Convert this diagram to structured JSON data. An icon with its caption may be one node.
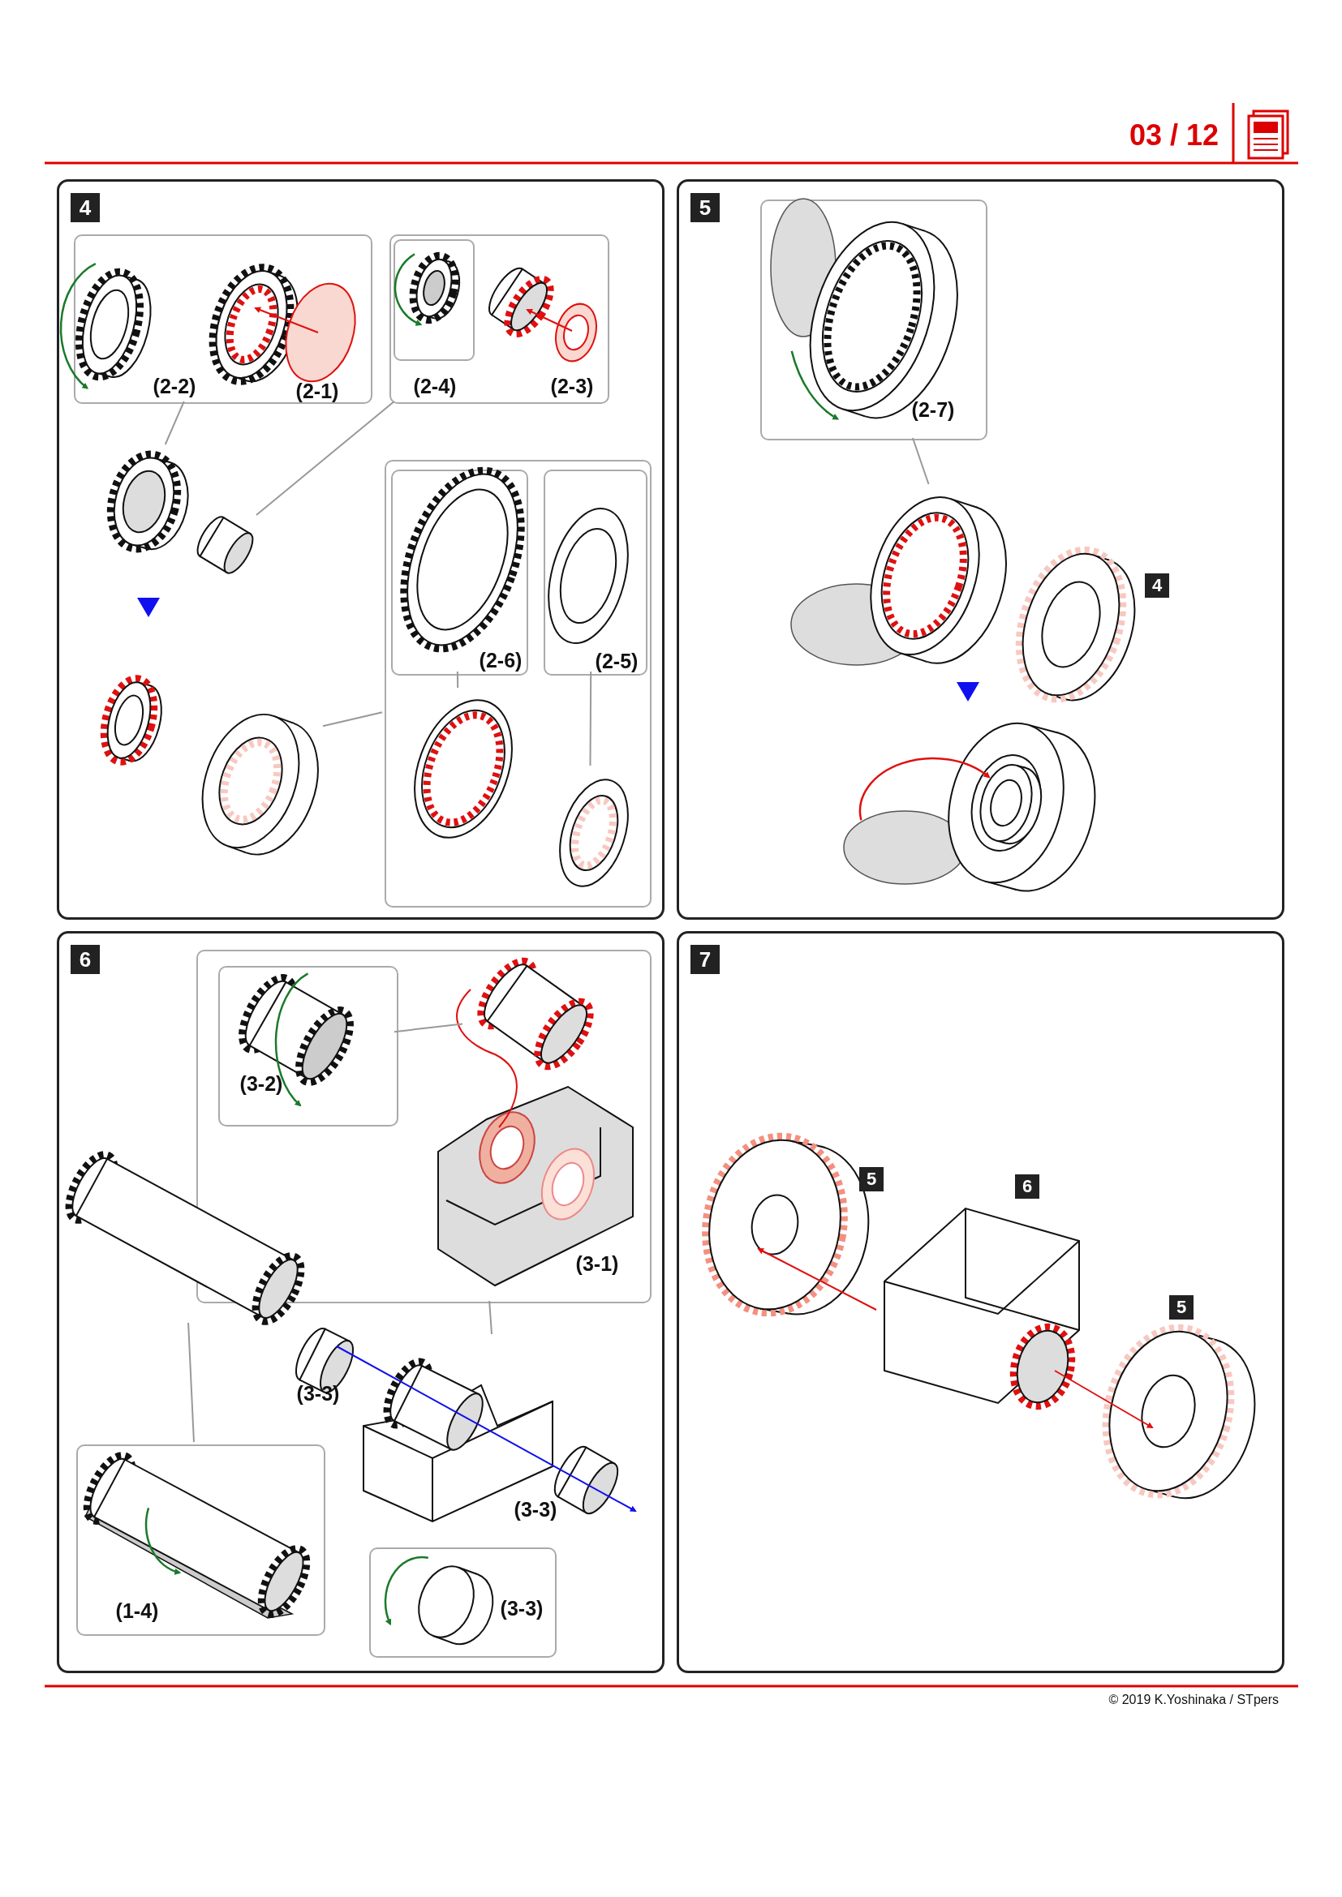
{
  "diagram": {
    "nodes": [
      {
        "text": [
          "4"
        ]
      },
      {
        "text": [
          "(2-2)",
          "(2-1)"
        ],
        "in": 0
      },
      {
        "text": [
          "(2-4)",
          "(2-3)"
        ],
        "in": 0
      },
      {
        "text": [],
        "shape": "picture",
        "in": 0
      },
      {
        "text": [],
        "shape": "picture",
        "in": 0
      },
      {
        "text": [],
        "shape": "box",
        "in": 0
      },
      {
        "text": [
          "(2-6)"
        ],
        "in": 5
      },
      {
        "text": [
          "(2-5)"
        ],
        "in": 5
      },
      {
        "text": [],
        "shape": "picture",
        "in": 0
      },
      {
        "text": [],
        "shape": "picture",
        "in": 5
      },
      {
        "text": [],
        "shape": "picture",
        "in": 5
      },
      {
        "text": [
          "5"
        ]
      },
      {
        "text": [
          "(2-7)"
        ],
        "in": 11
      },
      {
        "text": [],
        "shape": "picture",
        "in": 11
      },
      {
        "text": [
          "6"
        ]
      },
      {
        "text": [
          "(3-1)"
        ],
        "in": 14
      },
      {
        "text": [
          "(3-2)"
        ],
        "in": 15
      },
      {
        "text": [],
        "shape": "picture",
        "in": 15
      },
      {
        "text": [
          "(1-4)"
        ],
        "in": 14
      },
      {
        "text": [
          "(3-3)"
        ],
        "in": 14
      },
      {
        "text": [],
        "shape": "picture",
        "in": 14
      },
      {
        "text": [],
        "shape": "picture",
        "in": 14
      },
      {
        "text": [
          "7"
        ]
      }
    ],
    "edges": [
      {
        "from": 1,
        "to": 3,
        "arrow": "none"
      },
      {
        "from": 2,
        "to": 4,
        "arrow": "none"
      },
      {
        "from": 5,
        "to": 8,
        "arrow": "none"
      },
      {
        "from": 6,
        "to": 9,
        "arrow": "none"
      },
      {
        "from": 7,
        "to": 10,
        "arrow": "none"
      },
      {
        "from": 12,
        "to": 13,
        "arrow": "none"
      },
      {
        "from": 15,
        "to": 21,
        "arrow": "none"
      },
      {
        "from": 16,
        "to": 17,
        "arrow": "none"
      },
      {
        "from": 18,
        "to": 20,
        "arrow": "none"
      }
    ],
    "labels": [
      "03 / 12",
      "4",
      "(3-3)",
      "(3-3)",
      "5",
      "6",
      "5",
      "© 2019 K.Yoshinaka / STpers"
    ]
  }
}
